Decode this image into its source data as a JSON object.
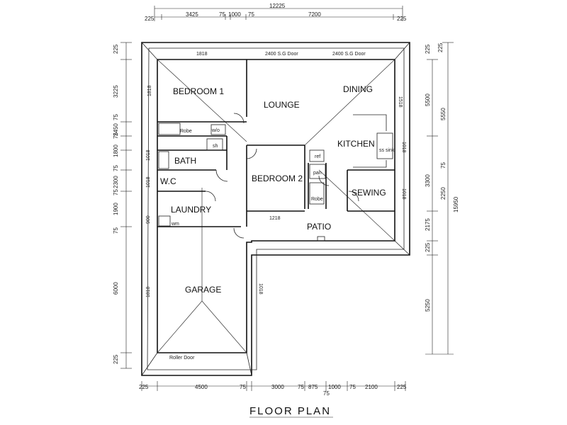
{
  "title": "FLOOR PLAN",
  "rooms": {
    "bedroom1": "BEDROOM 1",
    "lounge": "LOUNGE",
    "dining": "DINING",
    "kitchen": "KITCHEN",
    "bath": "BATH",
    "bedroom2": "BEDROOM 2",
    "wc": "W.C",
    "sewing": "SEWING",
    "laundry": "LAUNDRY",
    "patio": "PATIO",
    "garage": "GARAGE"
  },
  "fixtures": {
    "robe1": "Robe",
    "robe2": "Robe",
    "wm": "wm",
    "roller_door": "Roller Door",
    "door1": "2400 S.G Door",
    "door2": "2400 S.G Door",
    "sink": "ss sink",
    "pan": "pan",
    "ref": "ref",
    "wall_oven": "w/o",
    "shower": "sh"
  },
  "top_dims": [
    "225",
    "3425",
    "75",
    "1000",
    "75",
    "7200",
    "225"
  ],
  "top_total": "12225",
  "bottom_dims": [
    "225",
    "4500",
    "75",
    "3000",
    "75",
    "875",
    "1000",
    "75",
    "2100",
    "225"
  ],
  "bottom_sub": "75",
  "left_dims": [
    "225",
    "3225",
    "75",
    "2450",
    "75",
    "1800",
    "75",
    "2300",
    "75",
    "1900",
    "75",
    "6000",
    "225"
  ],
  "right_dims_inner": [
    "225",
    "5500",
    "5550",
    "3300",
    "2250",
    "75",
    "2175",
    "225",
    "5250"
  ],
  "right_dims_outer": [
    "225",
    "15950"
  ],
  "window_sizes": [
    "1818",
    "1818",
    "1818",
    "1018",
    "1018",
    "1018",
    "1018",
    "1518",
    "900",
    "1218",
    "1018"
  ]
}
